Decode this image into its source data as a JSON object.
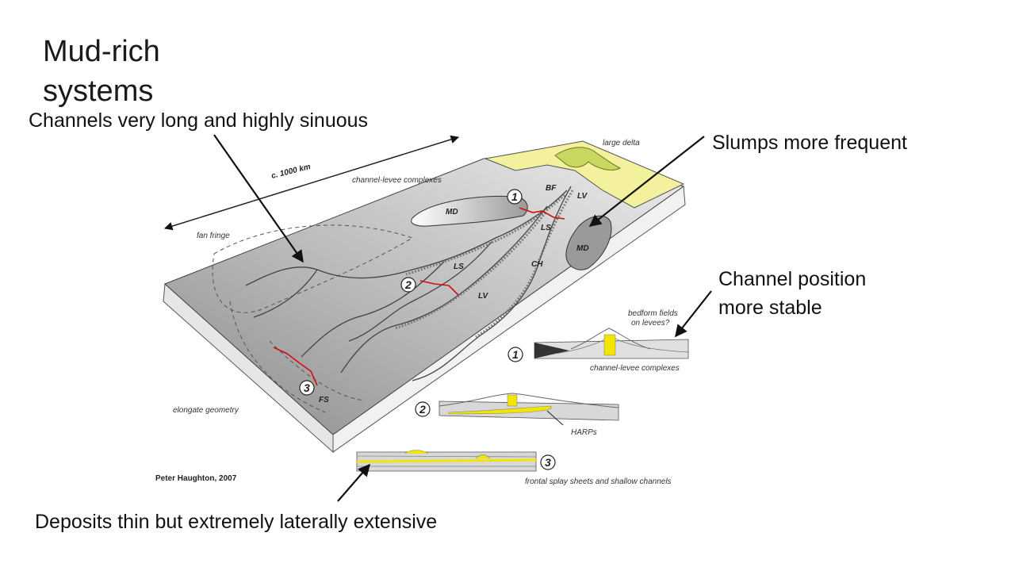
{
  "slide": {
    "title": "Mud-rich systems"
  },
  "callouts": {
    "channels": "Channels very long and highly sinuous",
    "slumps": "Slumps more frequent",
    "channel_position": "Channel position more stable",
    "deposits": "Deposits thin but extremely laterally extensive"
  },
  "diagram": {
    "large_delta": "large delta",
    "scale": "c. 1000 km",
    "channel_levee_complexes_map": "channel-levee complexes",
    "fan_fringe": "fan fringe",
    "elongate_geometry": "elongate geometry",
    "credit": "Peter Haughton, 2007",
    "md1": "MD",
    "md2": "MD",
    "bf": "BF",
    "lv1": "LV",
    "ls1": "LS",
    "ch": "CH",
    "ls2": "LS",
    "lv2": "LV",
    "fs": "FS",
    "marker1": "1",
    "marker2": "2",
    "marker3": "3",
    "bedform_line1": "bedform fields",
    "bedform_line2": "on levees?",
    "section1_caption": "channel-levee complexes",
    "harps": "HARPs",
    "section3_caption": "frontal splay sheets and shallow channels",
    "sec_marker1": "1",
    "sec_marker2": "2",
    "sec_marker3": "3"
  },
  "colors": {
    "delta_fill": "#f3f09e",
    "sand_fill": "#f2e600",
    "feeder_red": "#d01010",
    "fan_dark": "#7a7a7a"
  }
}
